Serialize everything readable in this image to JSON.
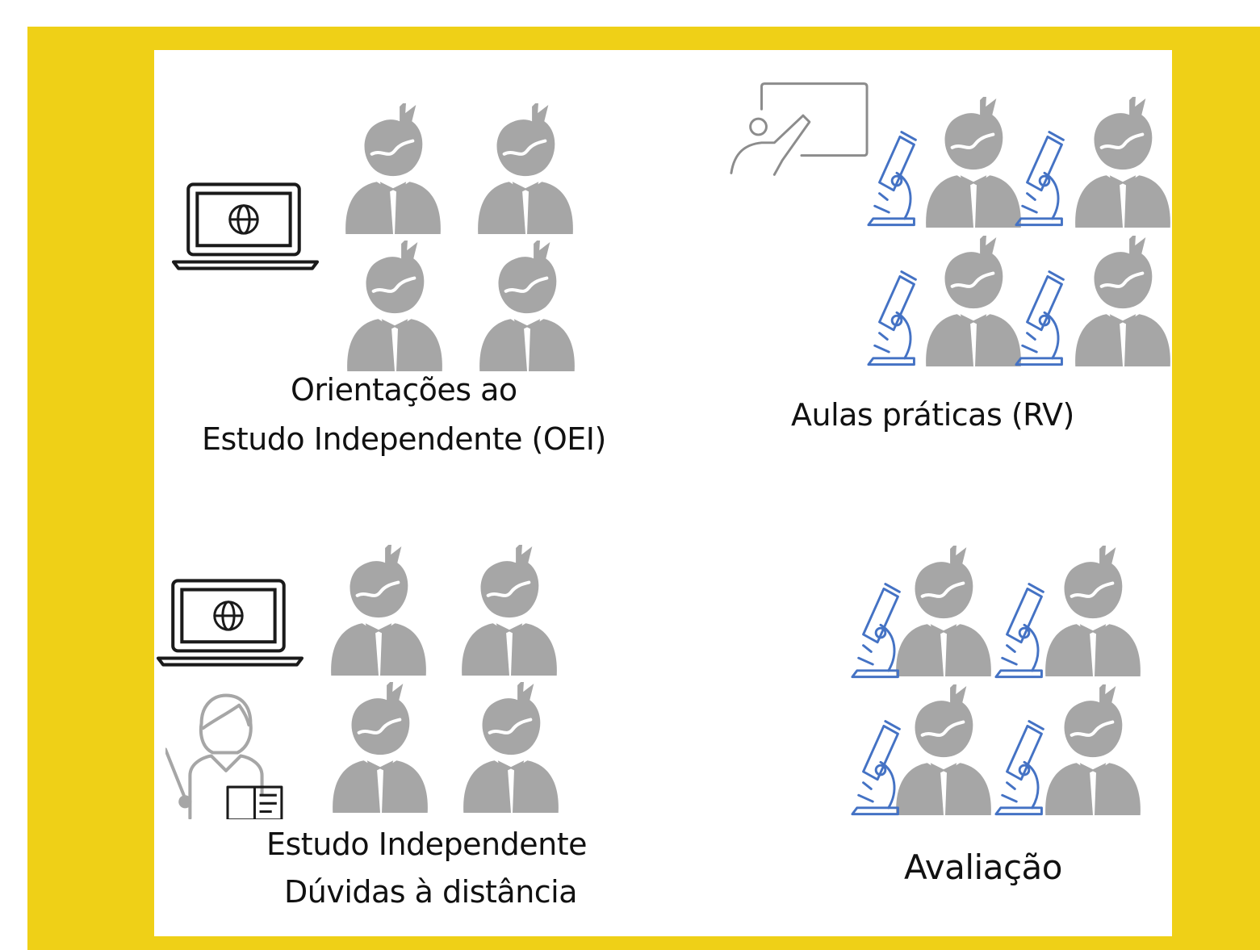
{
  "colors": {
    "frame": "#efd017",
    "panel": "#ffffff",
    "student": "#a6a6a6",
    "microscope": "#4472c4",
    "outline": "#1a1a1a",
    "presenter": "#8c8c8c"
  },
  "quadrants": {
    "oei": {
      "line1": "Orientações ao",
      "line2": "Estudo Independente (OEI)"
    },
    "rv": {
      "line1": "Aulas práticas (RV)"
    },
    "ei": {
      "line1": "Estudo Independente",
      "line2": "Dúvidas à distância"
    },
    "av": {
      "line1": "Avaliação"
    }
  },
  "icons": {
    "student": "student-icon",
    "laptop": "laptop-globe-icon",
    "microscope": "microscope-icon",
    "presenter": "presenter-board-icon",
    "teacher": "teacher-book-icon"
  }
}
